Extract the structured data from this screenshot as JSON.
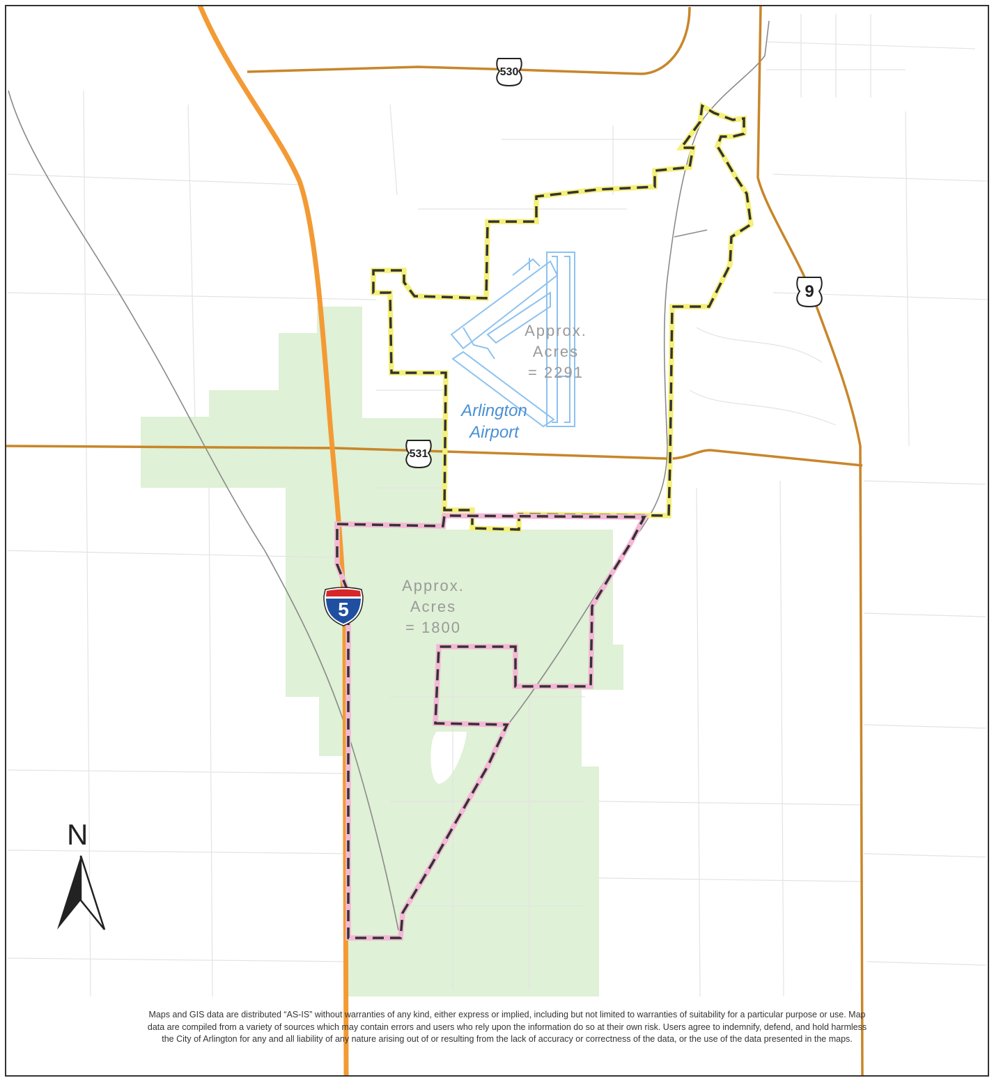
{
  "map": {
    "colors": {
      "frame": "#333333",
      "background": "#ffffff",
      "green_area": "#dff1d6",
      "highway_state": "#c8862a",
      "highway_interstate": "#f39a34",
      "railroad": "#8a8a8a",
      "local_roads": "#e3e3e3",
      "boundary_north": "#f5f07a",
      "boundary_south": "#f4b8d6",
      "boundary_dash": "#333333",
      "airport": "#8cc2f0",
      "shield_blue": "#1f4fa0",
      "shield_red": "#d6262a"
    },
    "shields": {
      "sr530": "530",
      "sr531": "531",
      "sr9": "9",
      "i5": "5"
    },
    "regions": {
      "north": {
        "line1": "Approx.",
        "line2": "Acres",
        "line3": "= 2291"
      },
      "south": {
        "line1": "Approx.",
        "line2": "Acres",
        "line3": "= 1800"
      }
    },
    "airport": {
      "line1": "Arlington",
      "line2": "Airport"
    },
    "north_arrow": {
      "letter": "N",
      "icon": "north-arrow-icon"
    },
    "disclaimer": "Maps and GIS data are distributed “AS-IS” without warranties of any kind, either express or implied, including but not limited to warranties of suitability for a particular purpose or use. Map data are compiled from a variety of sources which may contain errors and users who rely upon the information do so at their own risk. Users agree to indemnify, defend, and hold harmless the City of Arlington for any and all liability of any nature arising out of or resulting from the lack of accuracy or correctness of the data, or the use of the data presented in the maps."
  }
}
